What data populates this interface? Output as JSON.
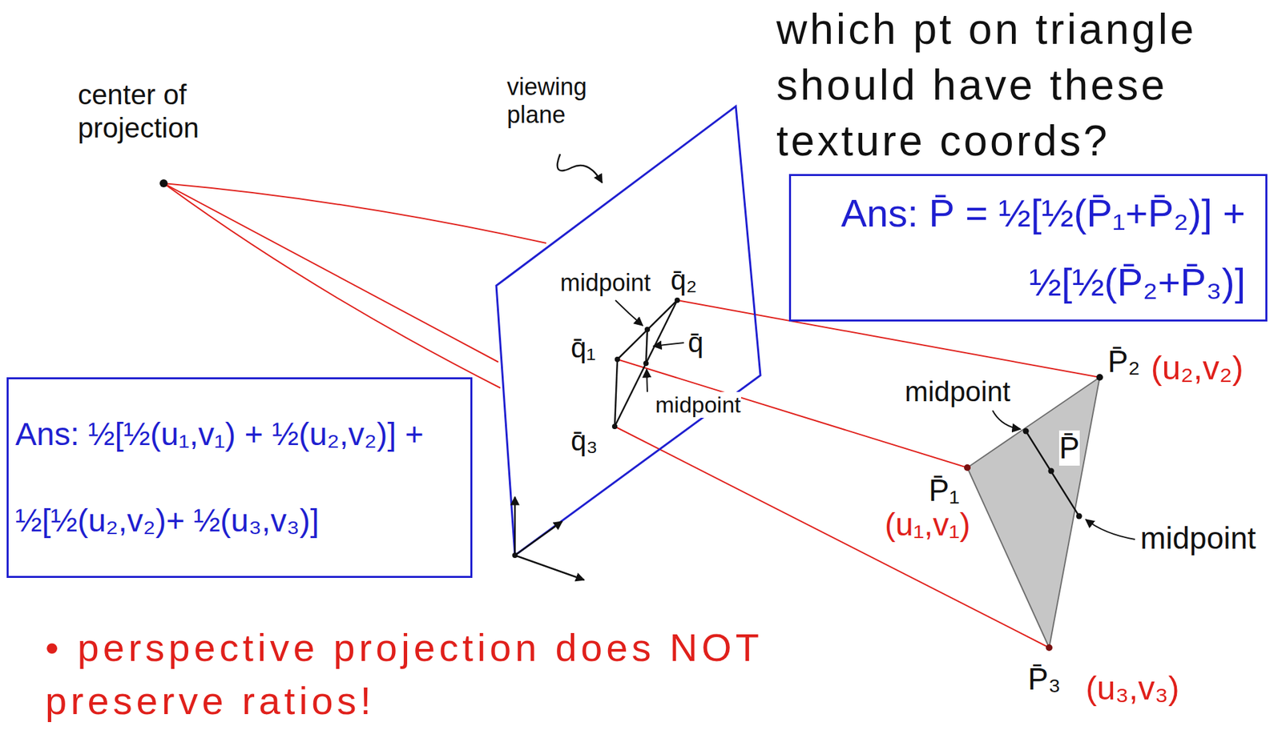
{
  "diagram": {
    "title": "which pt on triangle should have these texture coords?",
    "nodes": [
      {
        "text": [
          "Ans: P̄ = ½[½(P̄₁+P̄₂)] + ½[½(P̄₂+P̄₃)]"
        ]
      },
      {
        "text": [
          "Ans: ½[½(u₁,v₁) + ½(u₂,v₂)] + ½[½(u₂,v₂)+ ½(u₃,v₃)]"
        ]
      }
    ],
    "labels": [
      "center of projection",
      "viewing plane",
      "midpoint",
      "q̄₂",
      "q̄₁",
      "q̄",
      "midpoint",
      "q̄₃",
      "P̄₂",
      "(u₂,v₂)",
      "midpoint",
      "P̄",
      "P̄₁",
      "(u₁,v₁)",
      "midpoint",
      "P̄₃",
      "(u₃,v₃)",
      "• perspective projection does NOT preserve ratios!"
    ]
  }
}
